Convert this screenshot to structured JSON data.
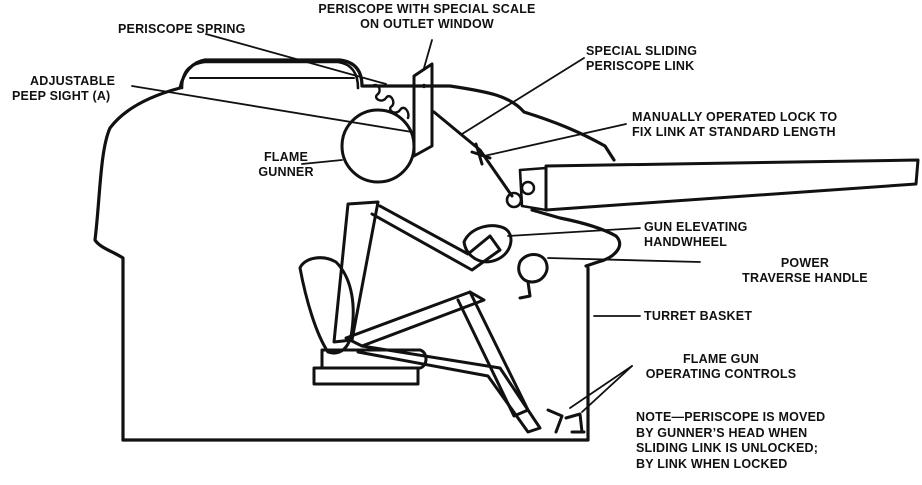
{
  "labels": {
    "periscope_spring": "PERISCOPE SPRING",
    "periscope_scale": [
      "PERISCOPE WITH SPECIAL SCALE",
      "ON OUTLET WINDOW"
    ],
    "adjustable_peep_sight": [
      "ADJUSTABLE",
      "PEEP SIGHT (A)"
    ],
    "sliding_link": [
      "SPECIAL SLIDING",
      "PERISCOPE LINK"
    ],
    "manual_lock": [
      "MANUALLY OPERATED LOCK TO",
      "FIX LINK AT STANDARD LENGTH"
    ],
    "flame_gunner": [
      "FLAME",
      "GUNNER"
    ],
    "gun_elevating_handwheel": [
      "GUN ELEVATING",
      "HANDWHEEL"
    ],
    "power_traverse_handle": [
      "POWER",
      "TRAVERSE HANDLE"
    ],
    "turret_basket": "TURRET BASKET",
    "flame_gun_controls": [
      "FLAME GUN",
      "OPERATING CONTROLS"
    ],
    "note": [
      "NOTE—PERISCOPE IS MOVED",
      "BY GUNNER’S HEAD WHEN",
      "SLIDING LINK IS UNLOCKED;",
      "BY LINK WHEN LOCKED"
    ]
  },
  "colors": {
    "ink": "#111111",
    "paper": "#ffffff"
  }
}
